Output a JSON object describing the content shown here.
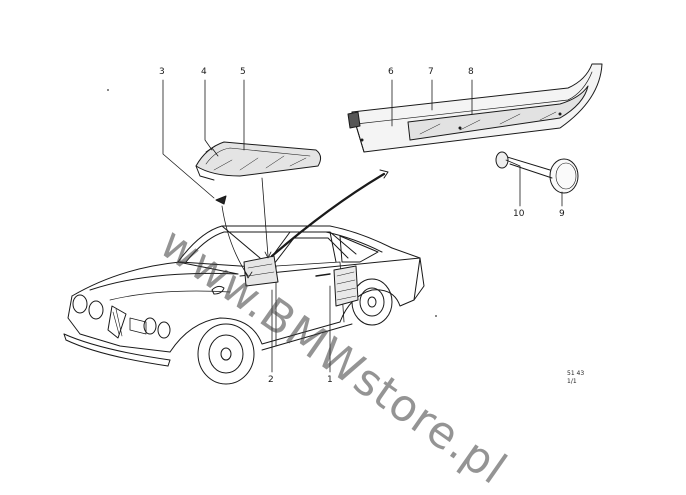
{
  "callouts": {
    "c1": "1",
    "c2": "2",
    "c3": "3",
    "c4": "4",
    "c5": "5",
    "c6": "6",
    "c7": "7",
    "c8": "8",
    "c9": "9",
    "c10": "10"
  },
  "reference": {
    "line1": "51 43",
    "line2": "1/1"
  },
  "watermark": "www.BMWstore.pl",
  "colors": {
    "line": "#1a1a1a",
    "watermark": "#5a5a5a",
    "background": "#ffffff"
  }
}
